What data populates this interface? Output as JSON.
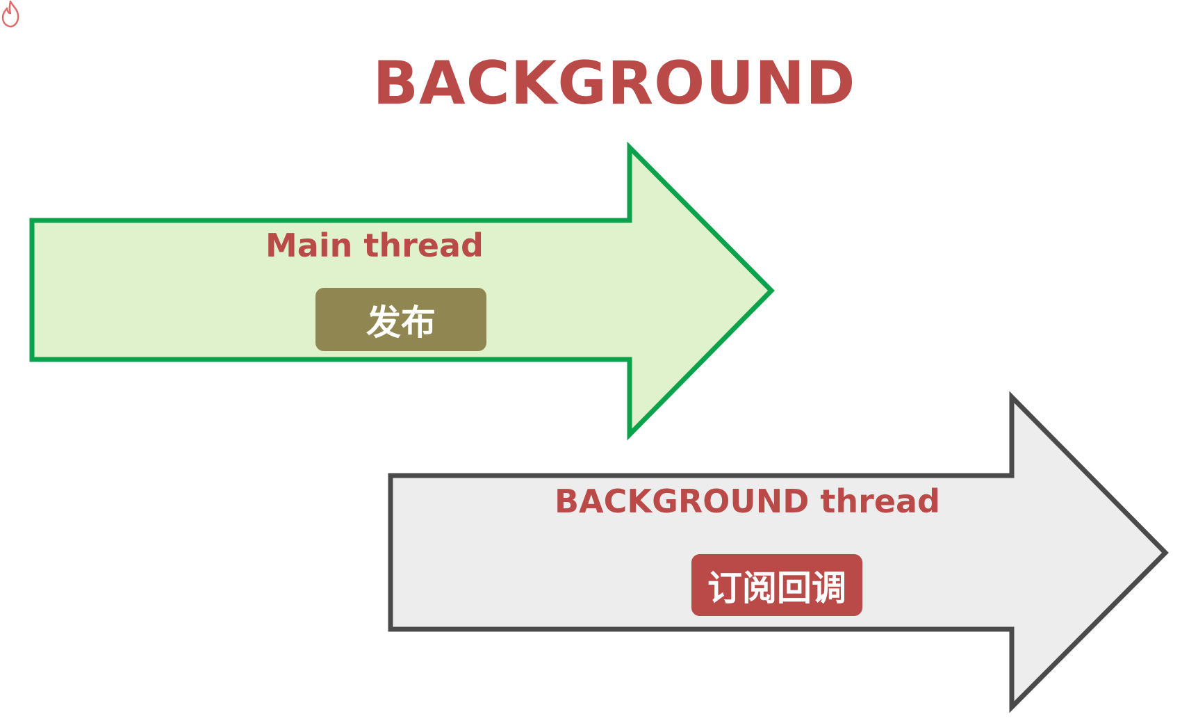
{
  "title": "BACKGROUND",
  "arrows": [
    {
      "label": "Main thread",
      "box_text": "发布",
      "box_color": "#8f8651",
      "fill": "#dff2cc",
      "stroke": "#0aa24a"
    },
    {
      "label": "BACKGROUND thread",
      "box_text": "订阅回调",
      "box_color": "#b94a48",
      "fill": "#ededed",
      "stroke": "#4a4a4a"
    }
  ],
  "colors": {
    "title": "#b94a48",
    "label": "#b94a48"
  },
  "icons": [
    "flame-logo-icon"
  ]
}
